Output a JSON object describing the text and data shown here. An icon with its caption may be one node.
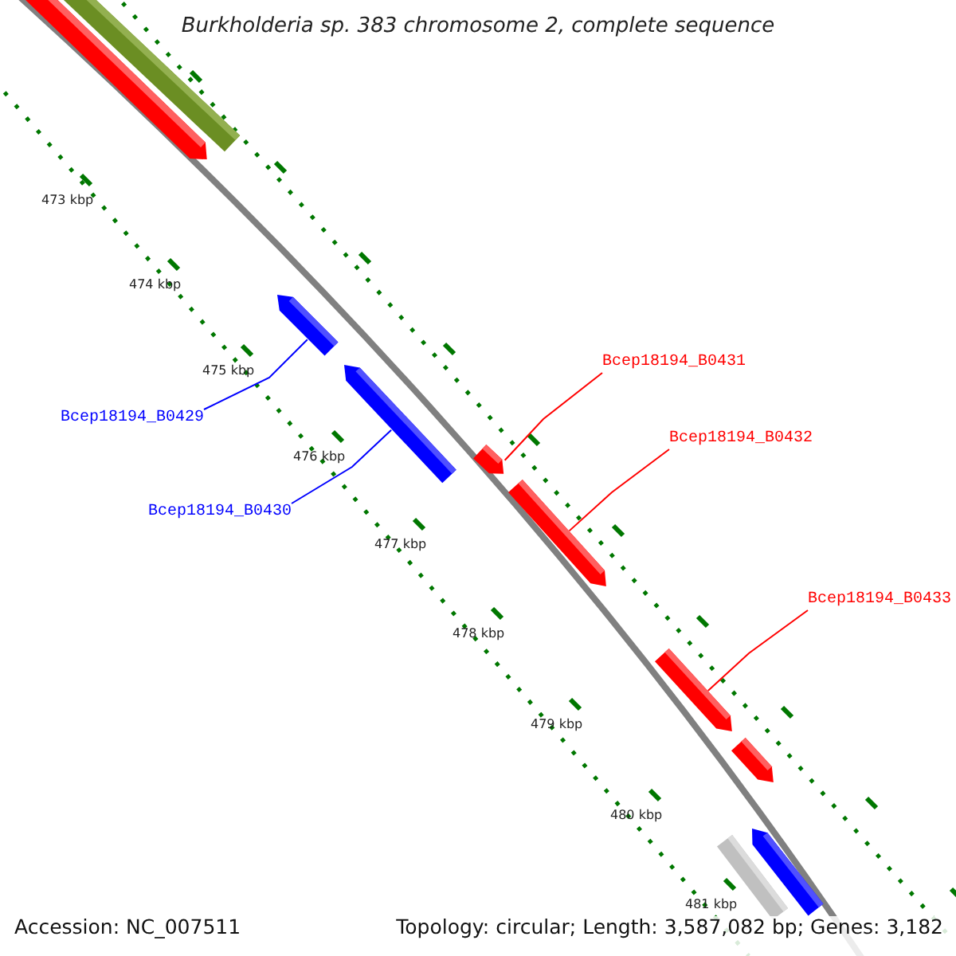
{
  "diagram": {
    "title": "Burkholderia sp. 383 chromosome 2, complete sequence",
    "nodes": [
      {
        "text": [],
        "shape": "bar"
      },
      {
        "text": [],
        "shape": "bar"
      },
      {
        "text": [
          "Bcep18194_B0429"
        ]
      },
      {
        "text": [],
        "shape": "bar"
      },
      {
        "text": [
          "Bcep18194_B0430"
        ]
      },
      {
        "text": [],
        "shape": "bar"
      },
      {
        "text": [
          "Bcep18194_B0431"
        ]
      },
      {
        "text": [],
        "shape": "bar"
      },
      {
        "text": [
          "Bcep18194_B0432"
        ]
      },
      {
        "text": [],
        "shape": "bar"
      },
      {
        "text": [
          "Bcep18194_B0433"
        ]
      },
      {
        "text": [],
        "shape": "bar"
      },
      {
        "text": [],
        "shape": "bar"
      },
      {
        "text": [],
        "shape": "bar"
      },
      {
        "text": [],
        "shape": "bar"
      }
    ],
    "edges": [
      {
        "from": 2,
        "to": 3,
        "arrow": "none",
        "color": "#0000ff"
      },
      {
        "from": 4,
        "to": 5,
        "arrow": "none",
        "color": "#0000ff"
      },
      {
        "from": 6,
        "to": 7,
        "arrow": "none"
      },
      {
        "from": 8,
        "to": 9,
        "arrow": "none"
      },
      {
        "from": 10,
        "to": 11,
        "arrow": "none"
      }
    ],
    "labels": [
      "473 kbp",
      "474 kbp",
      "475 kbp",
      "476 kbp",
      "477 kbp",
      "478 kbp",
      "479 kbp",
      "480 kbp",
      "481 kbp",
      "Accession: NC_007511",
      "Topology: circular; Length: 3,587,082 bp; Genes: 3,182"
    ]
  }
}
